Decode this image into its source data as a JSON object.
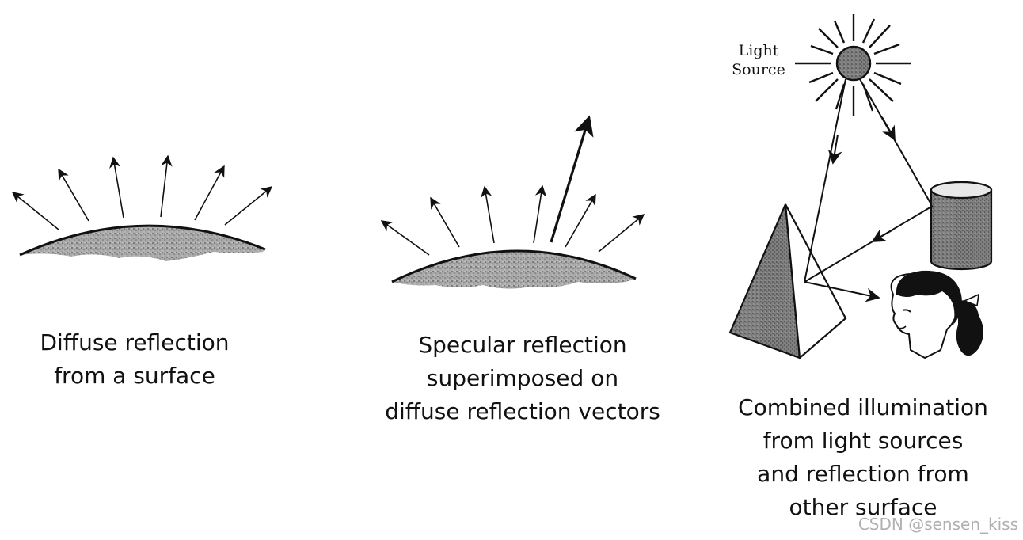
{
  "panels": {
    "diffuse": {
      "caption_lines": [
        "Diffuse reflection",
        "from a surface"
      ]
    },
    "specular": {
      "caption_lines": [
        "Specular reflection",
        "superimposed on",
        "diffuse reflection vectors"
      ]
    },
    "combined": {
      "caption_lines": [
        "Combined illumination",
        "from light sources",
        "and reflection from",
        "other surface"
      ],
      "light_label_lines": [
        "Light",
        "Source"
      ]
    }
  },
  "watermark": "CSDN @sensen_kiss",
  "colors": {
    "ink": "#111111",
    "surface_fill": "#9a9a9a",
    "object_fill": "#7a7a7a",
    "background": "#ffffff"
  }
}
